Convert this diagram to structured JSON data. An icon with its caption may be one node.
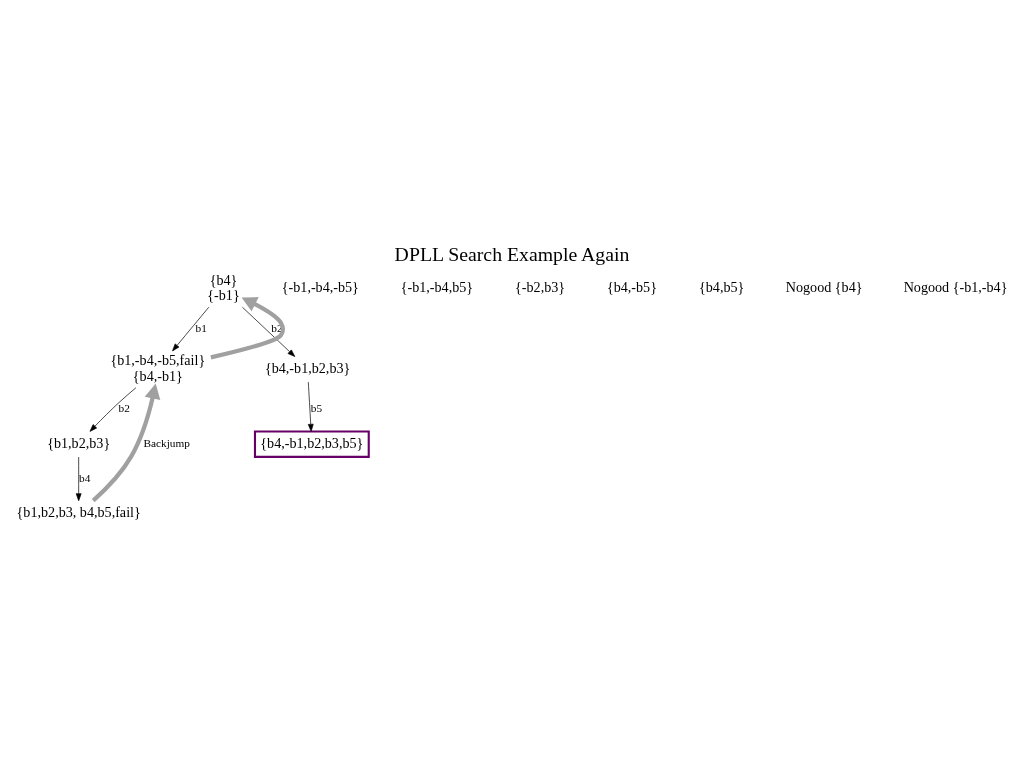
{
  "diagram": {
    "title": "DPLL Search Example Again",
    "nodes": [
      {
        "text": [
          "{b4}",
          "{-b1}"
        ]
      },
      {
        "text": [
          "{b1,-b4,-b5,fail}",
          "{b4,-b1}"
        ]
      },
      {
        "text": [
          "{b4,-b1,b2,b3}"
        ]
      },
      {
        "text": [
          "{b1,b2,b3}"
        ]
      },
      {
        "text": [
          "{b1,b2,b3, b4,b5,fail}"
        ]
      },
      {
        "text": [
          "{b4,-b1,b2,b3,b5}"
        ]
      }
    ],
    "edges": [
      {
        "from": 0,
        "to": 1,
        "arrow": "to",
        "label": "b1"
      },
      {
        "from": 0,
        "to": 2,
        "arrow": "to",
        "label": "b2"
      },
      {
        "from": 1,
        "to": 3,
        "arrow": "to",
        "label": "b2"
      },
      {
        "from": 2,
        "to": 5,
        "arrow": "to",
        "label": "b5"
      },
      {
        "from": 3,
        "to": 4,
        "arrow": "to",
        "label": "b4"
      },
      {
        "from": 4,
        "to": 1,
        "arrow": "to",
        "label": "Backjump",
        "style": "thick",
        "color": "#a0a0a0"
      },
      {
        "from": 1,
        "to": 0,
        "arrow": "to",
        "style": "thick",
        "color": "#a0a0a0"
      }
    ],
    "labels": [
      "{-b1,-b4,-b5}",
      "{-b1,-b4,b5}",
      "{-b2,b3}",
      "{b4,-b5}",
      "{b4,b5}",
      "Nogood {b4}",
      "Nogood {-b1,-b4}"
    ]
  }
}
